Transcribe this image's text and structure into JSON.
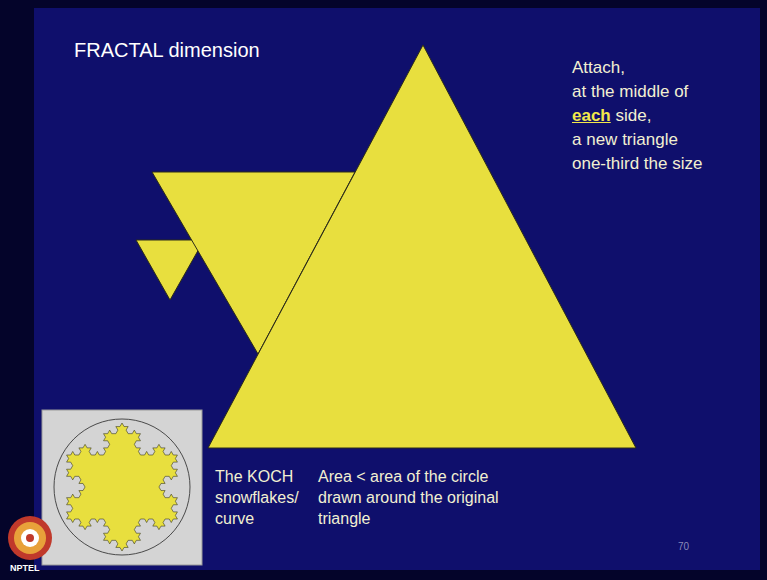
{
  "diagram": {
    "title": "FRACTAL dimension",
    "labels": [
      "Attach, at the middle of each side, a new triangle one-third the size",
      "The KOCH snowflakes/ curve",
      "Area < area of the circle drawn around the original triangle",
      "70",
      "NPTEL"
    ]
  }
}
